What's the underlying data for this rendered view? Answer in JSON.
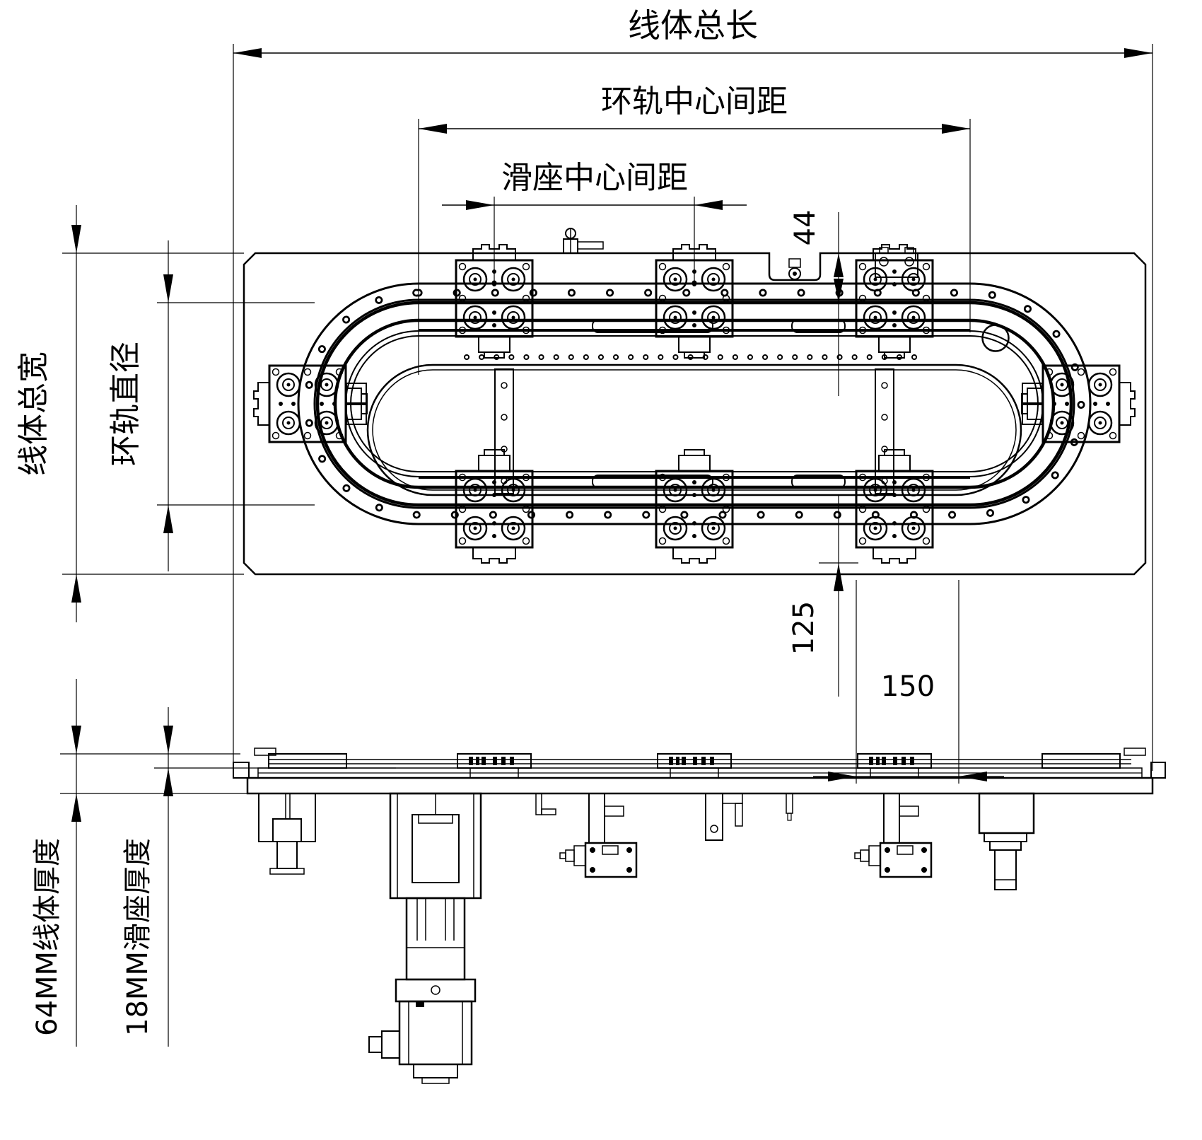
{
  "page": {
    "background": "#ffffff",
    "line_color": "#000000"
  },
  "top_view": {
    "dim_total_length": "线体总长",
    "dim_ring_center_distance": "环轨中心间距",
    "dim_slider_center_distance": "滑座中心间距",
    "dim_notch_offset": "44",
    "dim_rail_to_edge": "125",
    "dim_slider_pitch": "150",
    "dim_total_width": "线体总宽",
    "dim_ring_diameter": "环轨直径"
  },
  "side_view": {
    "dim_body_thickness": "64MM线体厚度",
    "dim_carriage_thickness": "18MM滑座厚度"
  }
}
